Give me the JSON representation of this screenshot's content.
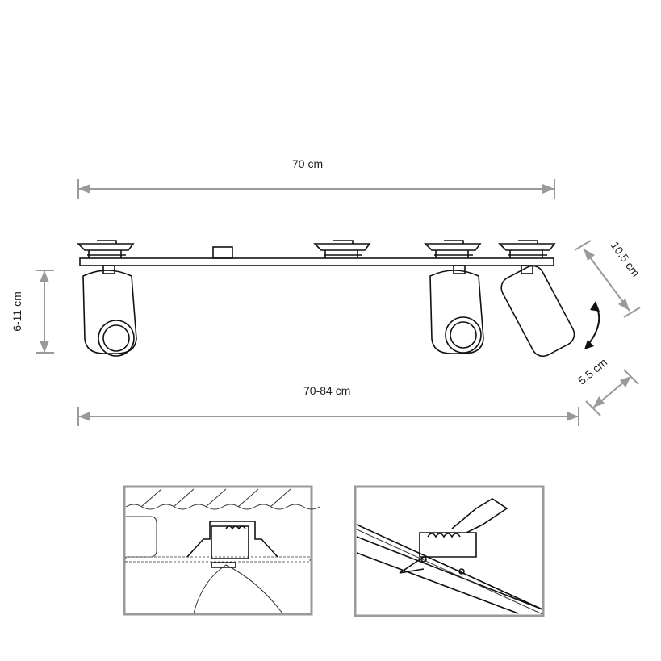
{
  "dimensions": {
    "track_length": "70 cm",
    "height_range": "6-11 cm",
    "total_length_range": "70-84 cm",
    "spot_length": "10.5 cm",
    "spot_diameter": "5.5 cm"
  },
  "colors": {
    "dimension_line": "#9a9a9a",
    "drawing": "#111111"
  }
}
